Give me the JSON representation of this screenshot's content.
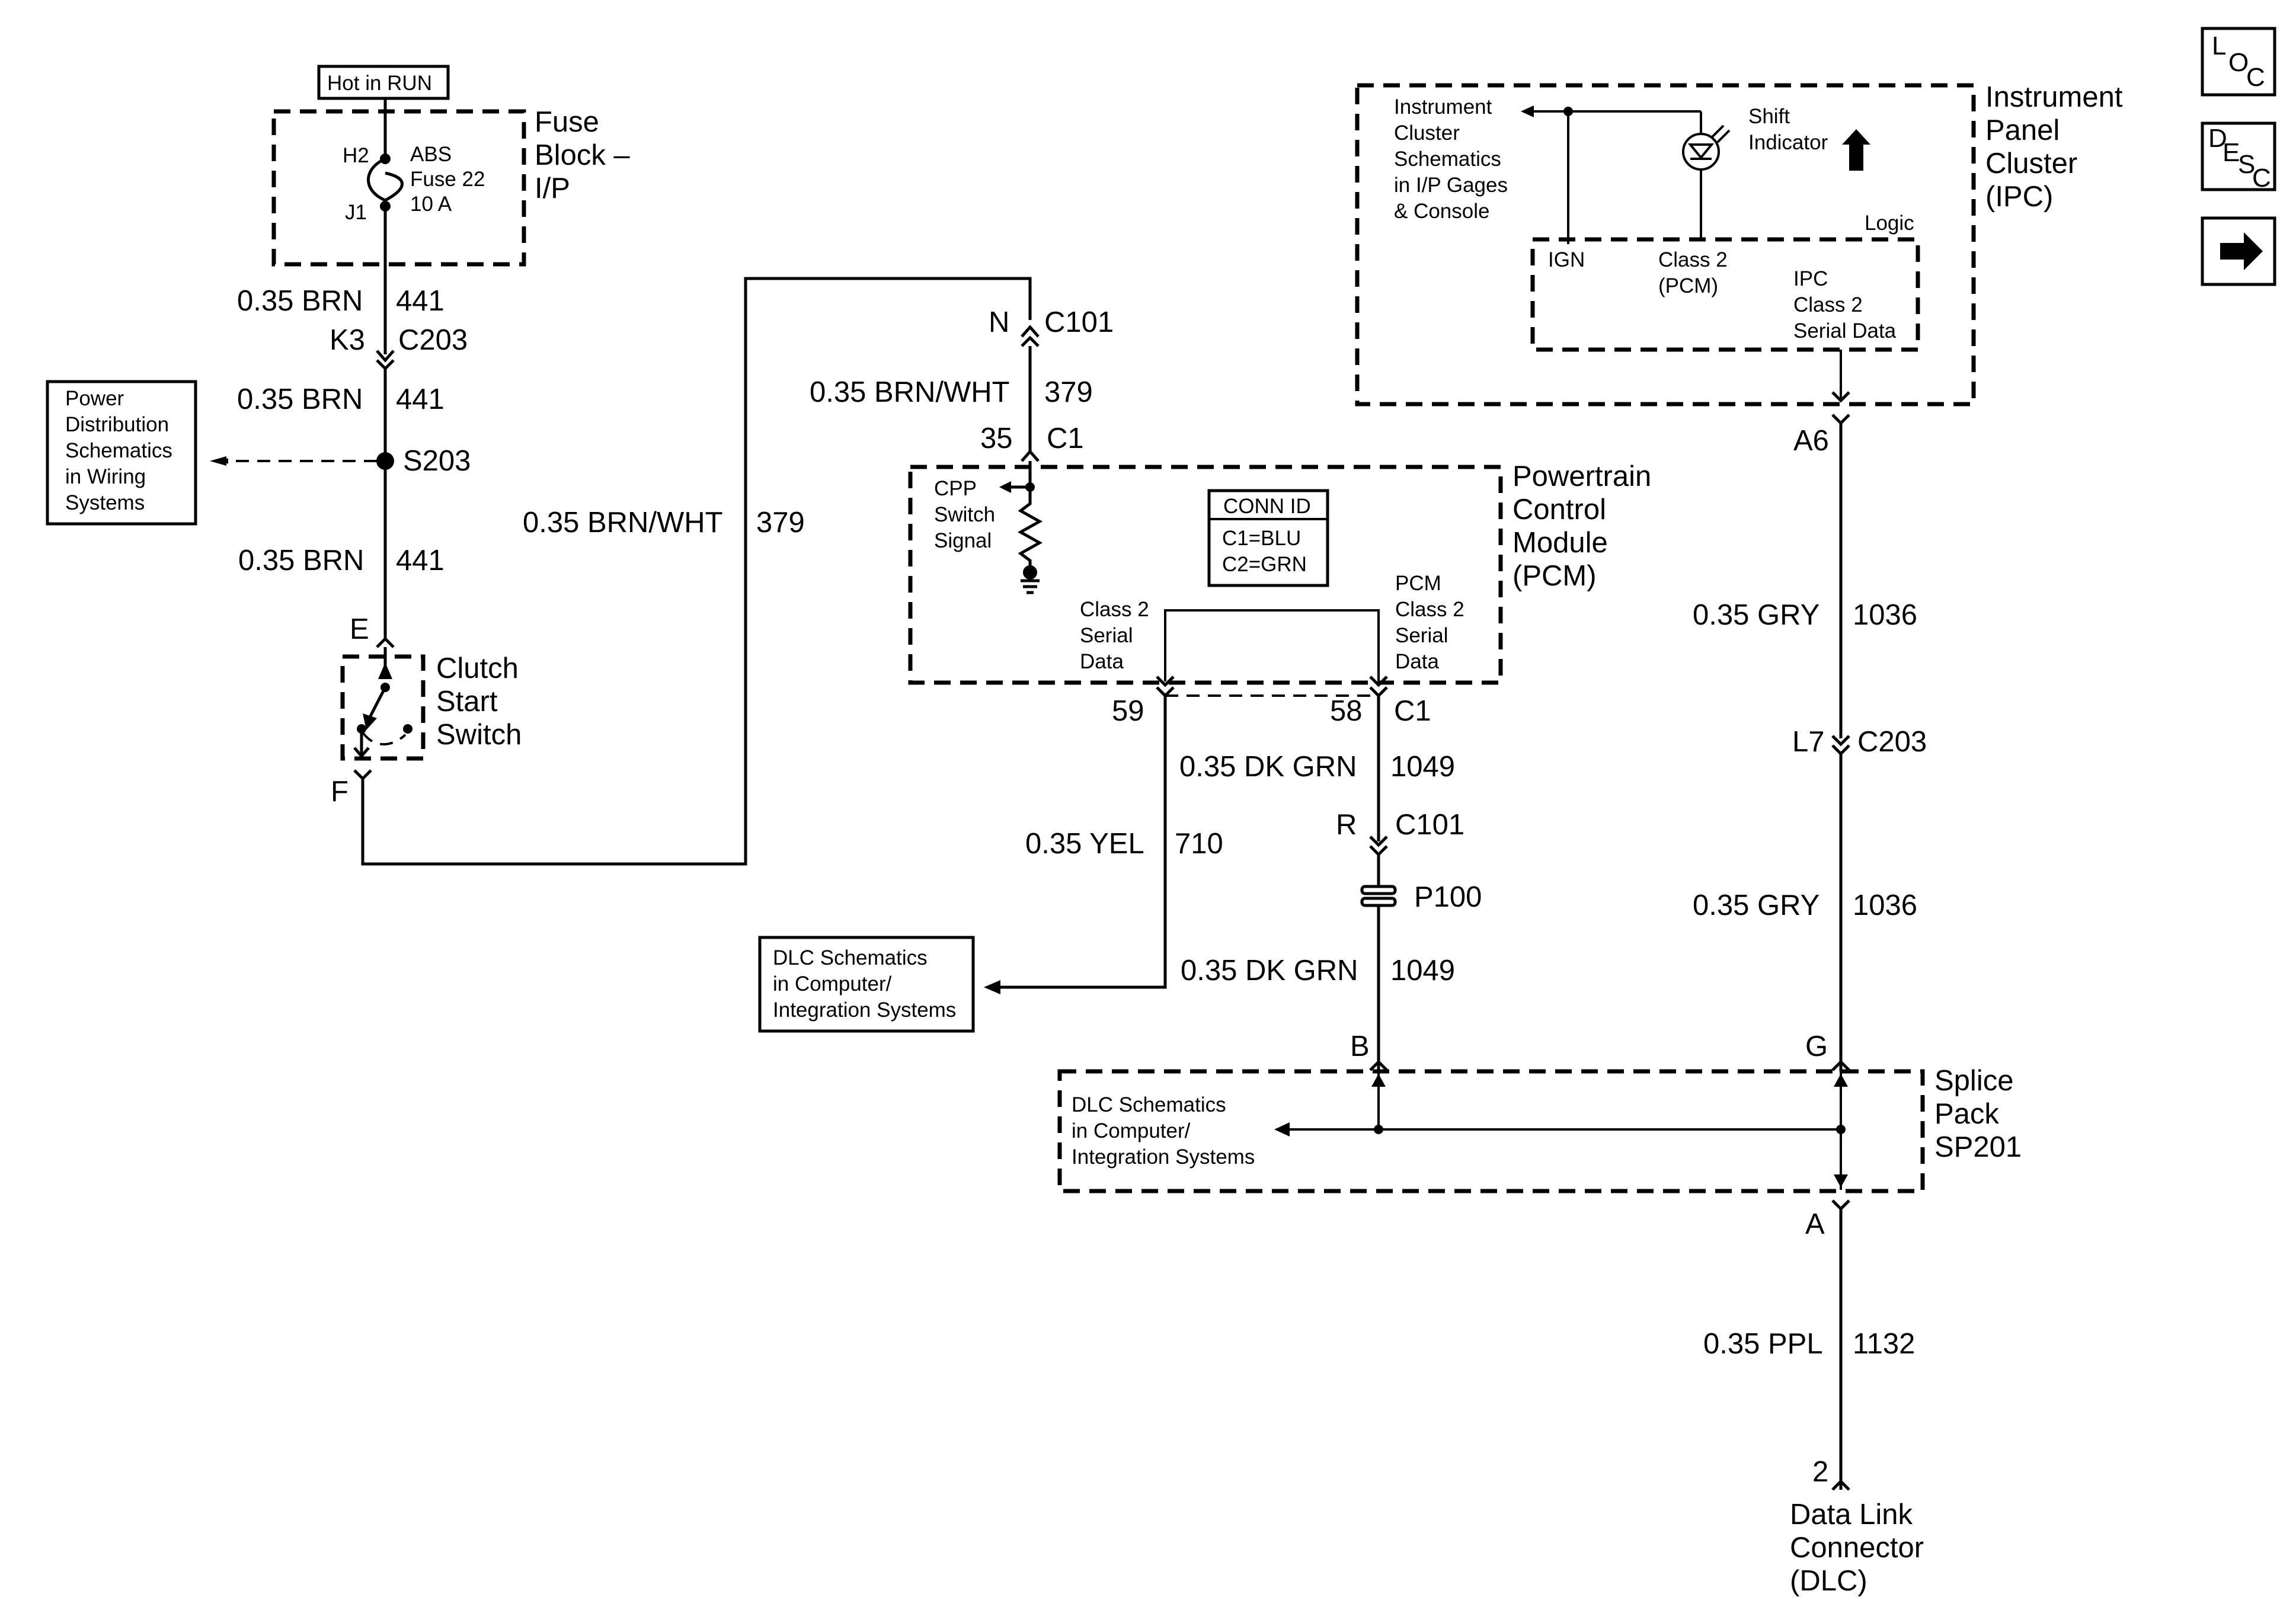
{
  "nav": {
    "loc": {
      "a": "L",
      "b": "O",
      "c": "C"
    },
    "desc": {
      "a": "D",
      "b": "E",
      "c": "S",
      "d": "C"
    }
  },
  "fuse_block": {
    "hot_label": "Hot in RUN",
    "name": [
      "Fuse",
      "Block –",
      "I/P"
    ],
    "fuse": [
      "ABS",
      "Fuse 22",
      "10 A"
    ],
    "pin_top": "H2",
    "pin_bottom": "J1"
  },
  "left_wires": {
    "w1": {
      "gauge": "0.35 BRN",
      "circuit": "441"
    },
    "c203": {
      "pin": "K3",
      "conn": "C203"
    },
    "w2": {
      "gauge": "0.35 BRN",
      "circuit": "441"
    },
    "splice": "S203",
    "w3": {
      "gauge": "0.35 BRN",
      "circuit": "441"
    },
    "pin_e": "E",
    "pin_f": "F",
    "long_wire": {
      "gauge": "0.35 BRN/WHT",
      "circuit": "379"
    }
  },
  "power_ref": [
    "Power",
    "Distribution",
    "Schematics",
    "in Wiring",
    "Systems"
  ],
  "clutch_switch": [
    "Clutch",
    "Start",
    "Switch"
  ],
  "pcm": {
    "c101_pin": "N",
    "c101_conn": "C101",
    "wire_in": {
      "gauge": "0.35 BRN/WHT",
      "circuit": "379"
    },
    "c1_pin": "35",
    "c1_conn": "C1",
    "name": [
      "Powertrain",
      "Control",
      "Module",
      "(PCM)"
    ],
    "cpp": [
      "CPP",
      "Switch",
      "Signal"
    ],
    "conn_id": {
      "title": "CONN ID",
      "c1": "C1=BLU",
      "c2": "C2=GRN"
    },
    "class2_left": [
      "Class 2",
      "Serial",
      "Data"
    ],
    "class2_right": [
      "PCM",
      "Class 2",
      "Serial",
      "Data"
    ],
    "pin_59": "59",
    "pin_58": "58",
    "pin_c1": "C1"
  },
  "mid_wires": {
    "yel": {
      "gauge": "0.35 YEL",
      "circuit": "710"
    },
    "dkgrn1": {
      "gauge": "0.35 DK GRN",
      "circuit": "1049"
    },
    "c101_pin": "R",
    "c101_conn": "C101",
    "p100": "P100",
    "dkgrn2": {
      "gauge": "0.35 DK GRN",
      "circuit": "1049"
    }
  },
  "dlc_ref_left": [
    "DLC Schematics",
    "in Computer/",
    "Integration Systems"
  ],
  "ipc": {
    "name": [
      "Instrument",
      "Panel",
      "Cluster",
      "(IPC)"
    ],
    "ref": [
      "Instrument",
      "Cluster",
      "Schematics",
      "in I/P Gages",
      "& Console"
    ],
    "shift": [
      "Shift",
      "Indicator"
    ],
    "logic": "Logic",
    "ign": "IGN",
    "class2_pcm": [
      "Class 2",
      "(PCM)"
    ],
    "ipc_serial": [
      "IPC",
      "Class 2",
      "Serial Data"
    ],
    "pin_a6": "A6"
  },
  "right_wires": {
    "gry1": {
      "gauge": "0.35 GRY",
      "circuit": "1036"
    },
    "c203_pin": "L7",
    "c203_conn": "C203",
    "gry2": {
      "gauge": "0.35 GRY",
      "circuit": "1036"
    },
    "pin_g": "G",
    "pin_b": "B",
    "pin_a": "A",
    "ppl": {
      "gauge": "0.35 PPL",
      "circuit": "1132"
    },
    "pin_2": "2"
  },
  "splice_pack": {
    "name": [
      "Splice",
      "Pack",
      "SP201"
    ],
    "ref": [
      "DLC Schematics",
      "in Computer/",
      "Integration Systems"
    ]
  },
  "dlc": [
    "Data Link",
    "Connector",
    "(DLC)"
  ]
}
